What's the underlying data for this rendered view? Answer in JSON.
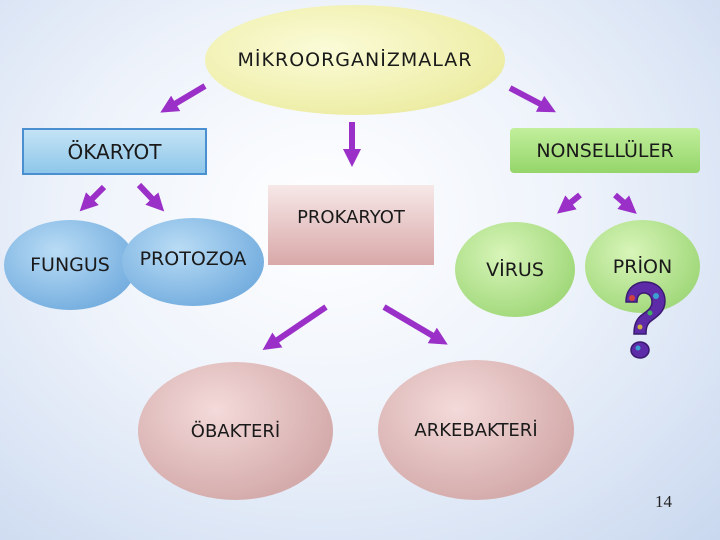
{
  "nodes": {
    "root": "MİKROORGANİZMALAR",
    "okaryot": "ÖKARYOT",
    "nonsellular": "NONSELLÜLER",
    "prokaryot": "PROKARYOT",
    "fungus": "FUNGUS",
    "protozoa": "PROTOZOA",
    "virus": "VİRUS",
    "prion": "PRİON",
    "obakteri": "ÖBAKTERİ",
    "arkebakteri": "ARKEBAKTERİ"
  },
  "page_number": "14",
  "colors": {
    "arrow": "#9b30c8",
    "question_mark_fill": "#5d2aa8"
  },
  "icons": [
    "question-mark-icon"
  ]
}
